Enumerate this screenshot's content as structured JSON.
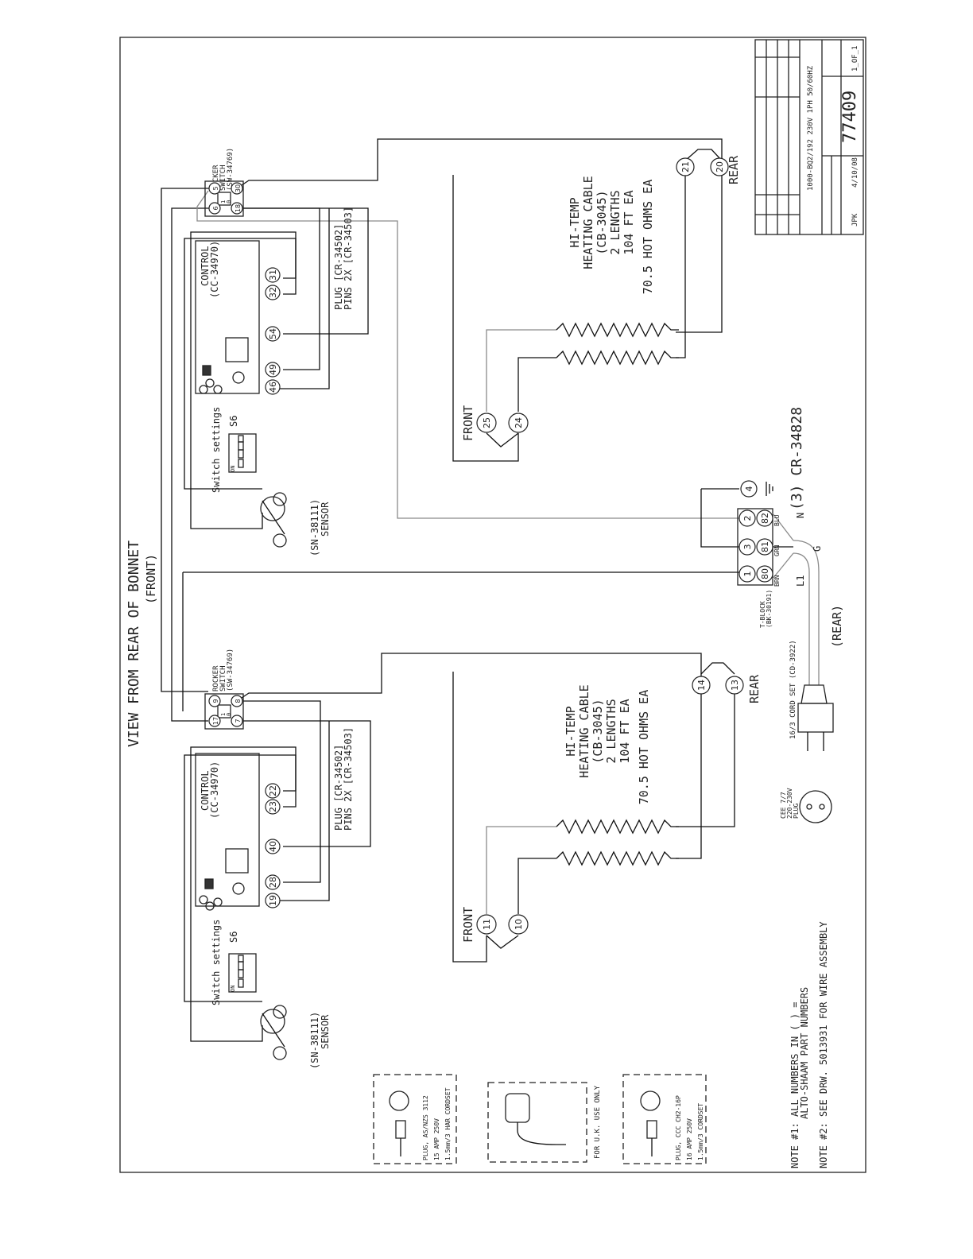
{
  "title": {
    "main": "VIEW FROM REAR OF BONNET",
    "sub": "(FRONT)",
    "rear": "(REAR)"
  },
  "title_block": {
    "model": "1000-BQ2/192 230V 1PH 50/60HZ",
    "drawing_number": "77409",
    "sheet": "1_OF_1",
    "drawn_by": "JPK",
    "date": "4/10/08"
  },
  "upper_circuit": {
    "rocker_switch": {
      "label1": "ROCKER",
      "label2": "SWITCH",
      "part": "(SW-34769)",
      "terminals": [
        "5",
        "30",
        "6",
        "18"
      ],
      "pos1": "1",
      "pos0": "0"
    },
    "control": {
      "label": "CONTROL",
      "part": "(CC-34970)",
      "terminals": [
        "31",
        "32",
        "54",
        "49",
        "46"
      ]
    },
    "plug": {
      "line1": "PLUG [CR-34502]",
      "line2": "PINS 2X [CR-34503]"
    },
    "switch_settings": {
      "label": "Switch settings",
      "bank": "S6",
      "on_label": "ON",
      "positions": [
        "1",
        "2",
        "3",
        "4"
      ]
    },
    "sensor": {
      "part": "(SN-38111)",
      "label": "SENSOR"
    },
    "heating_cable": {
      "line1": "HI-TEMP",
      "line2": "HEATING CABLE",
      "line3": "(CB-3045)",
      "line4": "2 LENGTHS",
      "line5": "104 FT EA",
      "line6": "70.5 HOT OHMS EA"
    },
    "front_label": "FRONT",
    "rear_label": "REAR",
    "front_terminals": [
      "25",
      "24"
    ],
    "rear_terminals": [
      "21",
      "20"
    ]
  },
  "lower_circuit": {
    "rocker_switch": {
      "label1": "ROCKER",
      "label2": "SWITCH",
      "part": "(SW-34769)",
      "terminals": [
        "9",
        "8",
        "17",
        "7"
      ],
      "pos1": "1",
      "pos0": "0"
    },
    "control": {
      "label": "CONTROL",
      "part": "(CC-34970)",
      "terminals": [
        "22",
        "23",
        "40",
        "28",
        "19"
      ]
    },
    "plug": {
      "line1": "PLUG [CR-34502]",
      "line2": "PINS 2X [CR-34503]"
    },
    "switch_settings": {
      "label": "Switch settings",
      "bank": "S6",
      "on_label": "ON",
      "positions": [
        "1",
        "2",
        "3",
        "4"
      ]
    },
    "sensor": {
      "part": "(SN-38111)",
      "label": "SENSOR"
    },
    "heating_cable": {
      "line1": "HI-TEMP",
      "line2": "HEATING CABLE",
      "line3": "(CB-3045)",
      "line4": "2 LENGTHS",
      "line5": "104 FT EA",
      "line6": "70.5 HOT OHMS EA"
    },
    "front_label": "FRONT",
    "rear_label": "REAR",
    "front_terminals": [
      "11",
      "10"
    ],
    "rear_terminals": [
      "14",
      "13"
    ]
  },
  "terminal_block": {
    "label": "T-BLOCK",
    "part": "(BK-30191)",
    "terminals_left": [
      "2",
      "3",
      "1"
    ],
    "terminals_right": [
      "82",
      "81",
      "80"
    ],
    "wire_colors": [
      "BLU",
      "GRN",
      "BRN"
    ],
    "line_labels": [
      "N",
      "G",
      "L1"
    ],
    "ground_terminal": "4",
    "cord_ref": "(3) CR-34828"
  },
  "cord_set": {
    "label": "16/3 CORD SET (CD-3922)",
    "plug_line1": "CEE 7/7",
    "plug_line2": "220-230V",
    "plug_line3": "PLUG"
  },
  "alt_plugs": [
    {
      "line1": "PLUG, AS/NZS 3112",
      "line2": "15 AMP 250V",
      "line3": "1.5mm/3 HAR CORDSET"
    },
    {
      "line1": "FOR U.K. USE ONLY"
    },
    {
      "line1": "PLUG, CCC CH2-16P",
      "line2": "16 AMP 250V",
      "line3": "1.5mm/3 CORDSET"
    }
  ],
  "notes": {
    "note1_a": "NOTE #1: ALL NUMBERS IN ( ) =",
    "note1_b": "ALTO-SHAAM PART NUMBERS",
    "note2": "NOTE #2: SEE DRW. 5013931 FOR WIRE ASSEMBLY"
  }
}
